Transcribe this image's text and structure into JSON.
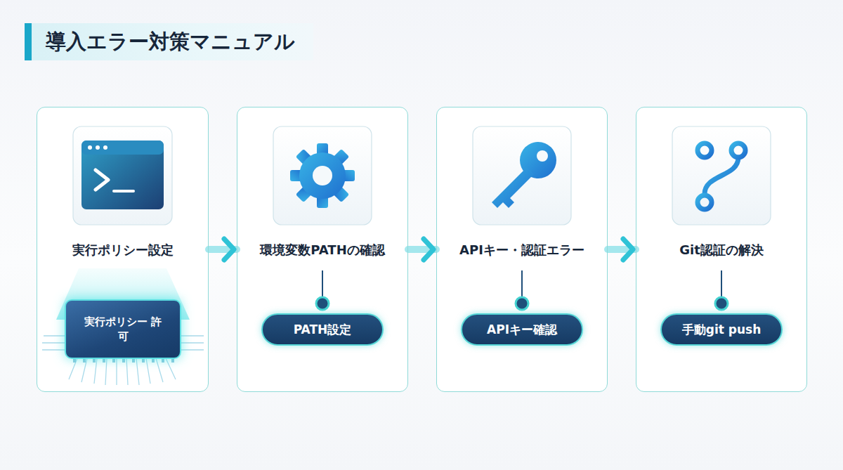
{
  "diagram": {
    "title": "導入エラー対策マニュアル",
    "nodes": [
      {
        "text": [
          "実行ポリシー設定"
        ]
      },
      {
        "text": [
          "実行ポリシー 許可"
        ],
        "in": 0
      },
      {
        "text": [
          "環境変数PATHの確認"
        ]
      },
      {
        "text": [
          "PATH設定"
        ],
        "in": 2
      },
      {
        "text": [
          "APIキー・認証エラー"
        ]
      },
      {
        "text": [
          "APIキー確認"
        ],
        "in": 4
      },
      {
        "text": [
          "Git認証の解決"
        ]
      },
      {
        "text": [
          "手動git push"
        ],
        "in": 6
      }
    ],
    "edges": [
      {
        "from": 0,
        "to": 2,
        "arrow": "to"
      },
      {
        "from": 2,
        "to": 4,
        "arrow": "to"
      },
      {
        "from": 4,
        "to": 6,
        "arrow": "to"
      }
    ]
  }
}
